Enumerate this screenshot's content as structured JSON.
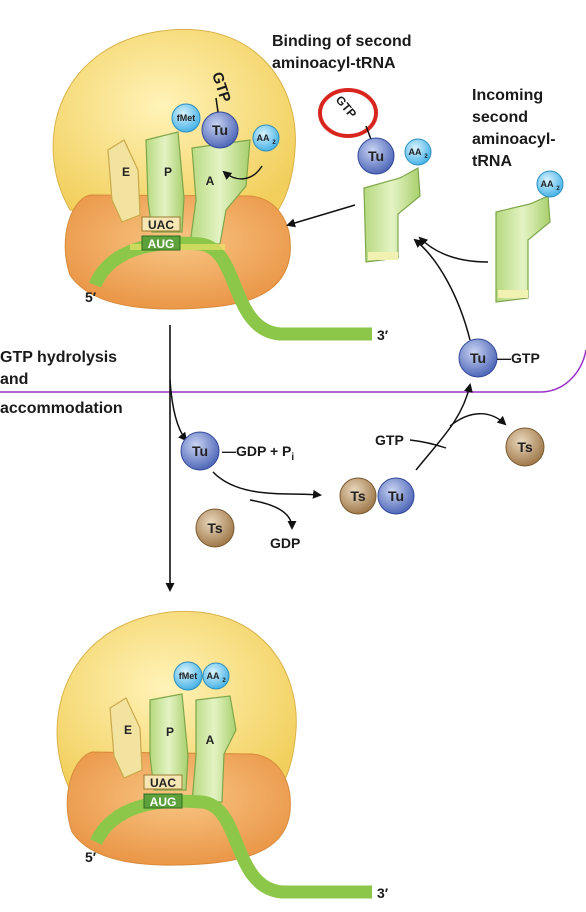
{
  "labels": {
    "binding_l1": "Binding of second",
    "binding_l2": "aminoacyl-tRNA",
    "incoming_l1": "Incoming",
    "incoming_l2": "second",
    "incoming_l3": "aminoacyl-",
    "incoming_l4": "tRNA",
    "hydrolysis_l1": "GTP hydrolysis",
    "hydrolysis_l2": "and",
    "hydrolysis_l3": "accommodation",
    "gdp_pi": "GDP + P",
    "gdp_pi_sub": "i",
    "gdp": "GDP",
    "gtp": "GTP",
    "dash_gtp": "—GTP"
  },
  "molecules": {
    "tu": "Tu",
    "ts": "Ts",
    "fmet": "fMet",
    "aa2": "AA",
    "aa2_sub": "2"
  },
  "sites": {
    "e": "E",
    "p": "P",
    "a": "A"
  },
  "rna": {
    "anticodon": "UAC",
    "codon": "AUG",
    "five_prime": "5′",
    "three_prime": "3′"
  },
  "colors": {
    "ribosome_large": "#f7dc78",
    "ribosome_small": "#f0a95a",
    "trna": "#c9e59a",
    "mrna": "#8cc74a",
    "tu": "#6e86cf",
    "ts": "#b9966c",
    "aa": "#5fc0ea",
    "highlight_ring": "#d8261f",
    "divider_line": "#9b30c8"
  }
}
